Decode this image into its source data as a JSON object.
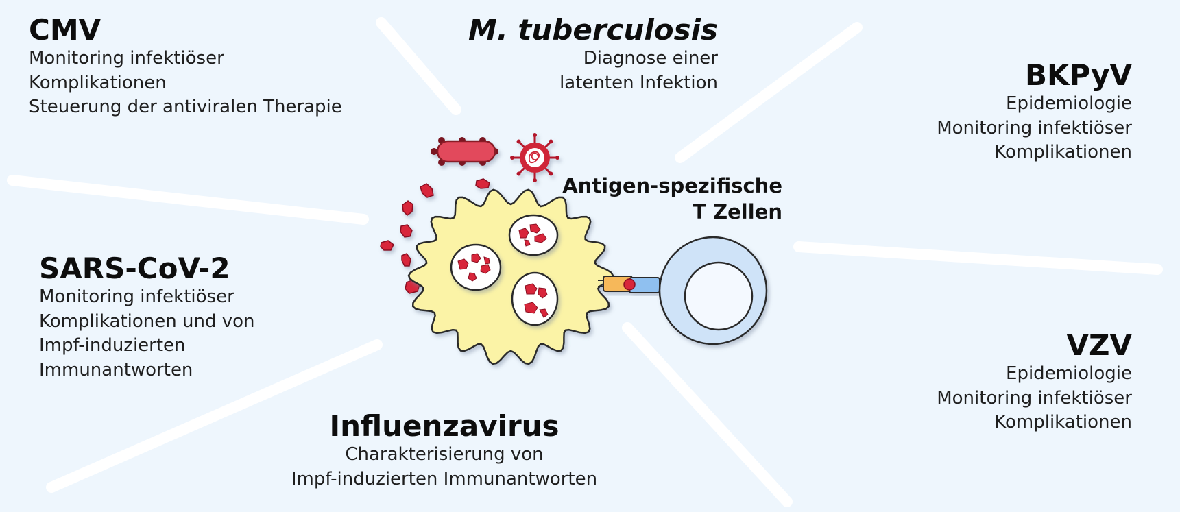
{
  "colors": {
    "background": "#eef6fd",
    "rays": "#ffffff",
    "apc_fill": "#fbf3a6",
    "pathogen_red": "#d8283a",
    "tcell_fill": "#cfe3f8",
    "mhc_orange": "#f6b85a",
    "tcr_blue": "#8fc0f0"
  },
  "center": {
    "tcell_label": [
      "Antigen-spezifische",
      "T Zellen"
    ]
  },
  "pathogens": {
    "cmv": {
      "title": "CMV",
      "lines": [
        "Monitoring infektiöser",
        "Komplikationen",
        "Steuerung der antiviralen Therapie"
      ]
    },
    "mtb": {
      "title": "M. tuberculosis",
      "lines": [
        "Diagnose einer",
        "latenten Infektion"
      ]
    },
    "bkpyv": {
      "title": "BKPyV",
      "lines": [
        "Epidemiologie",
        "Monitoring infektiöser",
        "Komplikationen"
      ]
    },
    "sars": {
      "title": "SARS-CoV-2",
      "lines": [
        "Monitoring infektiöser",
        "Komplikationen und von",
        "Impf-induzierten",
        "Immunantworten"
      ]
    },
    "influenza": {
      "title": "Influenzavirus",
      "lines": [
        "Charakterisierung von",
        "Impf-induzierten Immunantworten"
      ]
    },
    "vzv": {
      "title": "VZV",
      "lines": [
        "Epidemiologie",
        "Monitoring infektiöser",
        "Komplikationen"
      ]
    }
  }
}
